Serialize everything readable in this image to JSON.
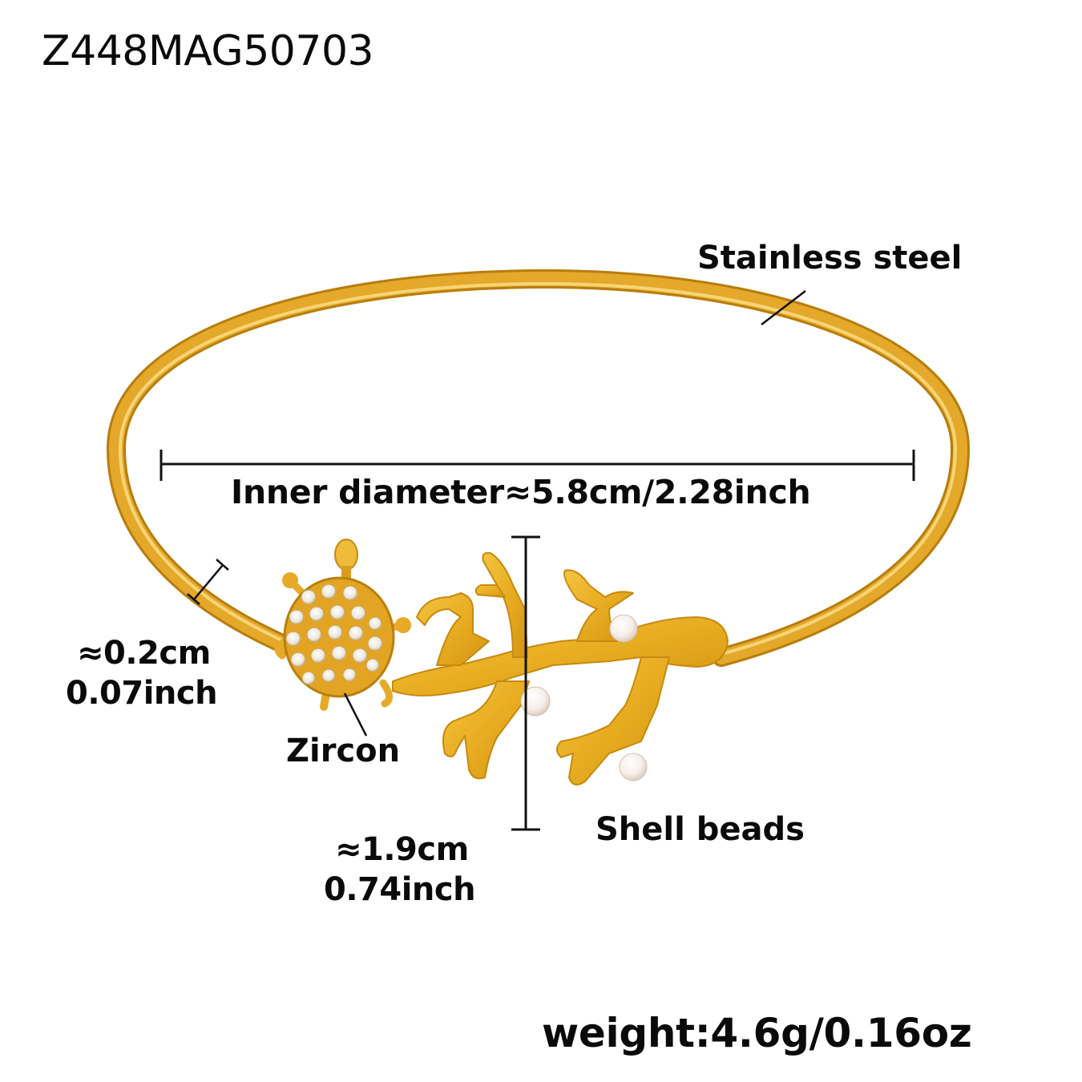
{
  "product": {
    "sku": "Z448MAG50703"
  },
  "annotations": {
    "material": "Stainless steel",
    "inner_diameter": "Inner diameter≈5.8cm/2.28inch",
    "thickness_cm": "≈0.2cm",
    "thickness_inch": "0.07inch",
    "stone": "Zircon",
    "beads": "Shell beads",
    "pendant_height_cm": "≈1.9cm",
    "pendant_height_inch": "0.74inch",
    "weight": "weight:4.6g/0.16oz"
  },
  "colors": {
    "gold": "#e0a321",
    "gold_light": "#f7cf55",
    "gold_dark": "#b87d0c",
    "pearl": "#f6eee8",
    "zircon": "#f1ede4",
    "line": "#111111",
    "background": "#ffffff"
  }
}
